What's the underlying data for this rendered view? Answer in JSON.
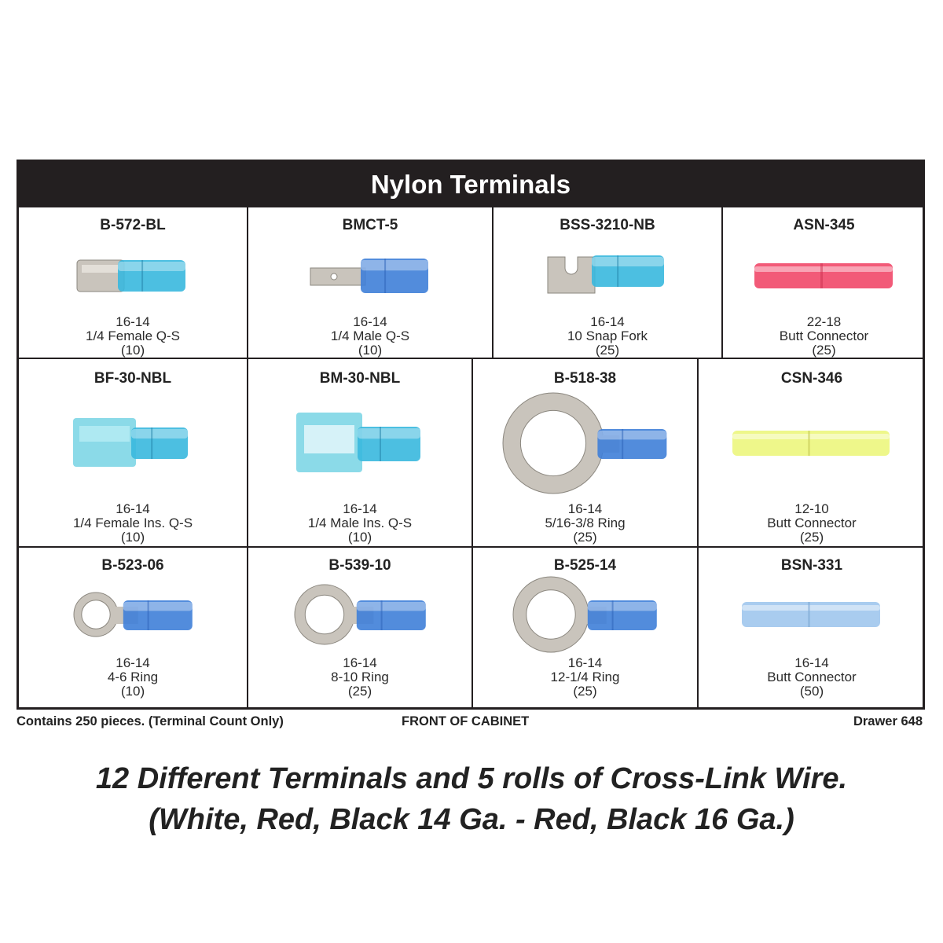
{
  "title": "Nylon Terminals",
  "terminals": [
    {
      "part": "B-572-BL",
      "gauge": "16-14",
      "type": "1/4 Female Q-S",
      "qty": "(10)",
      "icon": "female-quick-disconnect-icon"
    },
    {
      "part": "BMCT-5",
      "gauge": "16-14",
      "type": "1/4 Male Q-S",
      "qty": "(10)",
      "icon": "male-quick-disconnect-icon"
    },
    {
      "part": "BSS-3210-NB",
      "gauge": "16-14",
      "type": "10 Snap Fork",
      "qty": "(25)",
      "icon": "snap-fork-terminal-icon"
    },
    {
      "part": "ASN-345",
      "gauge": "22-18",
      "type": "Butt Connector",
      "qty": "(25)",
      "icon": "butt-connector-icon"
    },
    {
      "part": "BF-30-NBL",
      "gauge": "16-14",
      "type": "1/4 Female Ins. Q-S",
      "qty": "(10)",
      "icon": "insulated-female-quick-disconnect-icon"
    },
    {
      "part": "BM-30-NBL",
      "gauge": "16-14",
      "type": "1/4 Male Ins. Q-S",
      "qty": "(10)",
      "icon": "insulated-male-quick-disconnect-icon"
    },
    {
      "part": "B-518-38",
      "gauge": "16-14",
      "type": "5/16-3/8 Ring",
      "qty": "(25)",
      "icon": "ring-terminal-icon"
    },
    {
      "part": "CSN-346",
      "gauge": "12-10",
      "type": "Butt Connector",
      "qty": "(25)",
      "icon": "butt-connector-icon"
    },
    {
      "part": "B-523-06",
      "gauge": "16-14",
      "type": "4-6 Ring",
      "qty": "(10)",
      "icon": "ring-terminal-icon"
    },
    {
      "part": "B-539-10",
      "gauge": "16-14",
      "type": "8-10 Ring",
      "qty": "(25)",
      "icon": "ring-terminal-icon"
    },
    {
      "part": "B-525-14",
      "gauge": "16-14",
      "type": "12-1/4 Ring",
      "qty": "(25)",
      "icon": "ring-terminal-icon"
    },
    {
      "part": "BSN-331",
      "gauge": "16-14",
      "type": "Butt Connector",
      "qty": "(50)",
      "icon": "butt-connector-icon"
    }
  ],
  "insulation_colors": {
    "blue": "#3f7fd8",
    "aqua": "#39b8de",
    "red": "#f25a78",
    "yellow": "#eef78a",
    "light_blue": "#a9ccef",
    "metal": "#c9c4bc"
  },
  "footer": {
    "contents": "Contains 250 pieces. (Terminal Count Only)",
    "front": "FRONT OF CABINET",
    "drawer": "Drawer 648"
  },
  "tagline": {
    "line1": "12 Different Terminals and 5 rolls of Cross-Link Wire.",
    "line2": "(White, Red, Black 14 Ga. - Red, Black 16 Ga.)"
  }
}
